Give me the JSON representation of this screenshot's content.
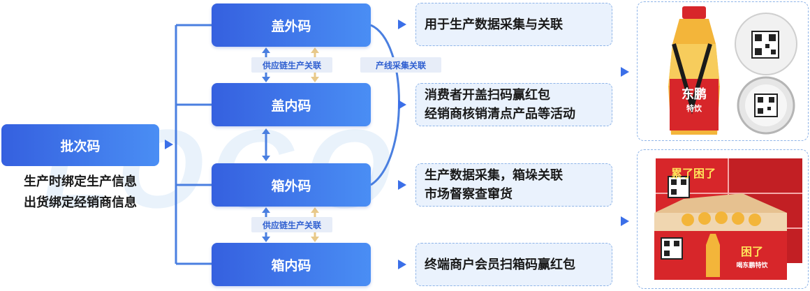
{
  "batch": {
    "label": "批次码",
    "notes": [
      "生产时绑定生产信息",
      "出货绑定经销商信息"
    ]
  },
  "codes": [
    {
      "label": "盖外码"
    },
    {
      "label": "盖内码"
    },
    {
      "label": "箱外码"
    },
    {
      "label": "箱内码"
    }
  ],
  "tags": {
    "supply_chain_1": "供应链生产关联",
    "supply_chain_2": "供应链生产关联",
    "line_capture": "产线采集关联"
  },
  "descriptions": [
    {
      "lines": [
        "用于生产数据采集与关联"
      ]
    },
    {
      "lines": [
        "消费者开盖扫码赢红包",
        "经销商核销清点产品等活动"
      ]
    },
    {
      "lines": [
        "生产数据采集，箱垛关联",
        "市场督察查窜货"
      ]
    },
    {
      "lines": [
        "终端商户会员扫箱码赢红包"
      ]
    }
  ],
  "photos": {
    "bottle_brand": "东鹏",
    "bottle_sub": "特饮",
    "box_brand": "累了困了",
    "box_brand_small": "困了",
    "box_slogan": "喝东鹏特饮"
  },
  "colors": {
    "accent_blue": "#3b6fe8",
    "connector": "#4a7fe0",
    "arrow_gold": "#e8c98a",
    "tag_bg": "#e7edf8",
    "desc_bg": "#eaf2fd",
    "dash_border": "#8eb4e8",
    "bottle_red": "#d7262a",
    "bottle_gold": "#f3b53a"
  },
  "icons": {
    "pointer": "triangle-right-icon",
    "bidirectional": "double-arrow-icon",
    "qr": "qr-code-icon"
  }
}
